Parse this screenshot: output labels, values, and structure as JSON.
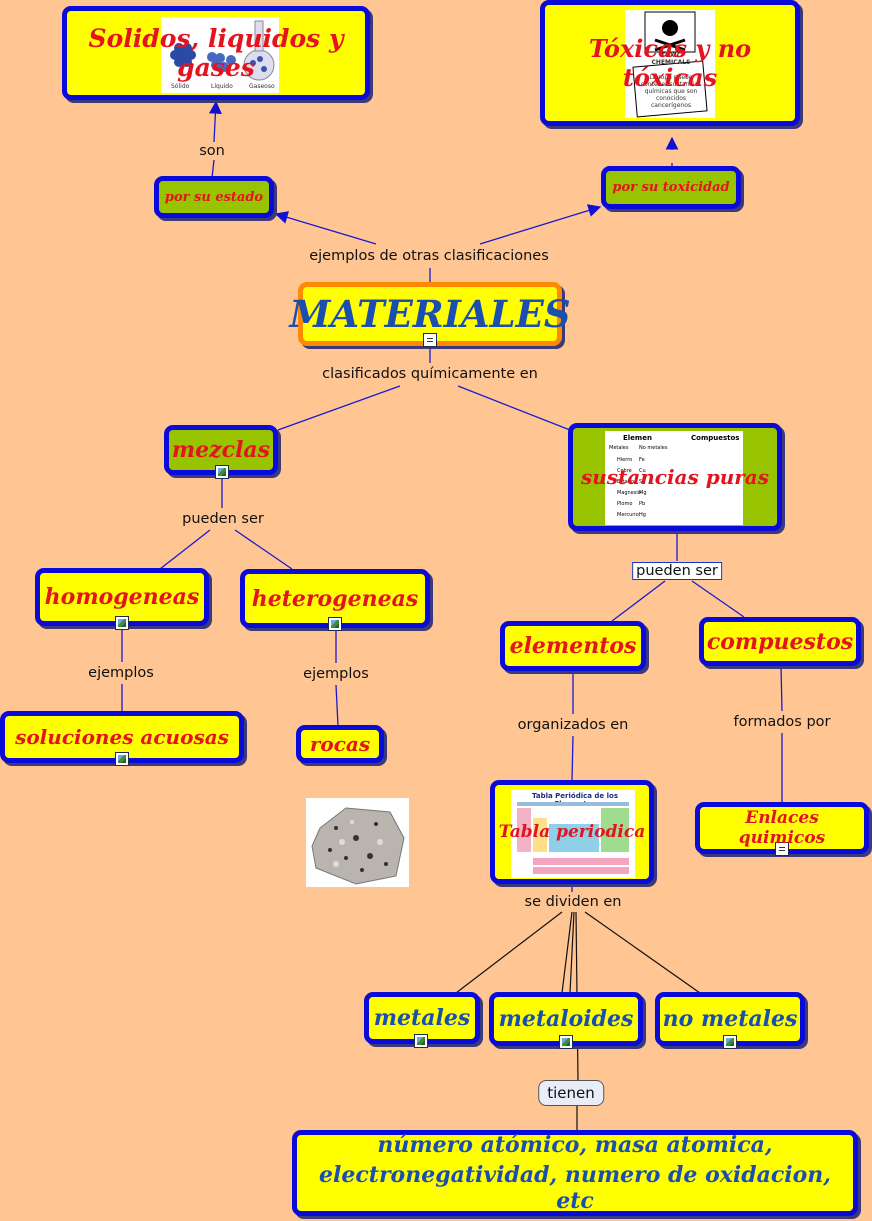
{
  "nodes": {
    "materiales": "MATERIALES",
    "por_su_estado": "por su estado",
    "por_su_toxicidad": "por su toxicidad",
    "solidos": "Solidos, liquidos y gases",
    "toxicas": "Tóxicas y no tóxicas",
    "mezclas": "mezclas",
    "sustancias_puras": "sustancias puras",
    "homogeneas": "homogeneas",
    "heterogeneas": "heterogeneas",
    "soluciones_acuosas": "soluciones acuosas",
    "rocas": "rocas",
    "elementos": "elementos",
    "compuestos": "compuestos",
    "tabla_periodica": "Tabla periodica",
    "enlaces_quimicos": "Enlaces quimicos",
    "metales": "metales",
    "metaloides": "metaloides",
    "no_metales": "no metales",
    "propiedades_l1": "número atómico, masa atomica,",
    "propiedades_l2": "electronegatividad, numero de oxidacion, etc"
  },
  "links": {
    "son": "son",
    "ejemplos_otras": "ejemplos de otras clasificaciones",
    "clasificados": "clasificados químicamente en",
    "pueden_ser_1": "pueden ser",
    "pueden_ser_2": "pueden ser",
    "ejemplos_1": "ejemplos",
    "ejemplos_2": "ejemplos",
    "organizados": "organizados en",
    "formados": "formados por",
    "se_dividen": "se dividen en",
    "tienen": "tienen"
  },
  "images": {
    "states_captions": [
      "Sólido",
      "Líquido",
      "Gaseoso"
    ],
    "toxic_sign": "TOXIC CHEMICALS",
    "toxic_caption": "La ropa puede contener sustancias químicas que son conocidos cancerígenos",
    "chart_headers": [
      "Elemen",
      "Compuestos"
    ],
    "chart_sub": [
      "Metales",
      "No metales"
    ],
    "chart_rows": [
      "Hierro",
      "Cobre",
      "Estaño",
      "Magnesio",
      "Plomo",
      "Mercurio"
    ],
    "chart_symbols": [
      "Fe",
      "Cu",
      "Sn",
      "Mg",
      "Pb",
      "Hg"
    ],
    "periodic_title": "Tabla Periódica de los Elementos"
  },
  "colors": {
    "background": "#ffc593",
    "node_fill": "#ffff00",
    "node_border": "#0b0bd9",
    "green_fill": "#97c300",
    "title_red": "#e4141f",
    "title_blue": "#1a4fb0"
  }
}
